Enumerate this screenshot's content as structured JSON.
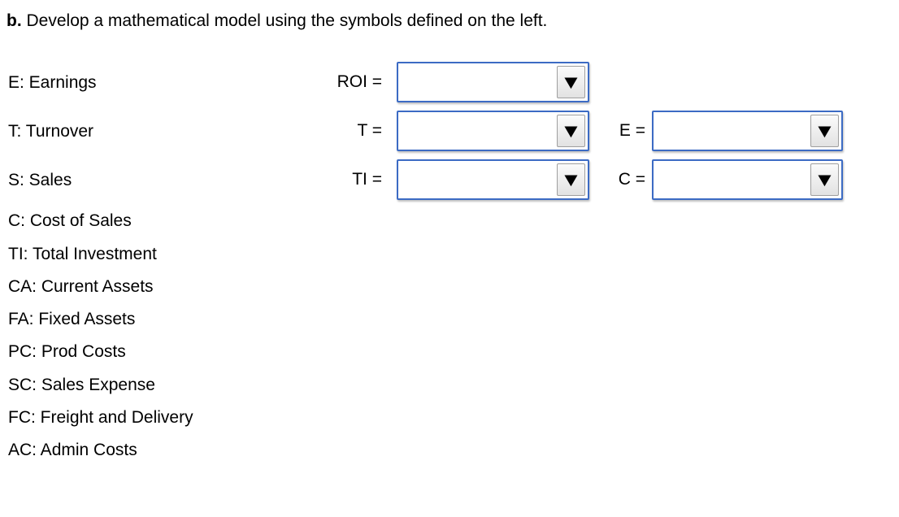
{
  "question": {
    "part_label": "b.",
    "prompt": "Develop a mathematical model using the symbols defined on the left."
  },
  "symbols": [
    "E: Earnings",
    "T: Turnover",
    "S: Sales",
    "C: Cost of Sales",
    "TI: Total Investment",
    "CA: Current Assets",
    "FA: Fixed Assets",
    "PC: Prod Costs",
    "SC: Sales Expense",
    "FC: Freight and Delivery",
    "AC: Admin Costs"
  ],
  "form": {
    "fields": [
      {
        "label": "ROI =",
        "value": ""
      },
      {
        "label": "T =",
        "value": ""
      },
      {
        "label": "TI =",
        "value": ""
      },
      {
        "label": "E =",
        "value": ""
      },
      {
        "label": "C =",
        "value": ""
      }
    ]
  },
  "icons": {
    "dropdown_arrow": "▼"
  },
  "colors": {
    "select_border": "#3c6bc4",
    "text": "#000000",
    "background": "#ffffff"
  }
}
